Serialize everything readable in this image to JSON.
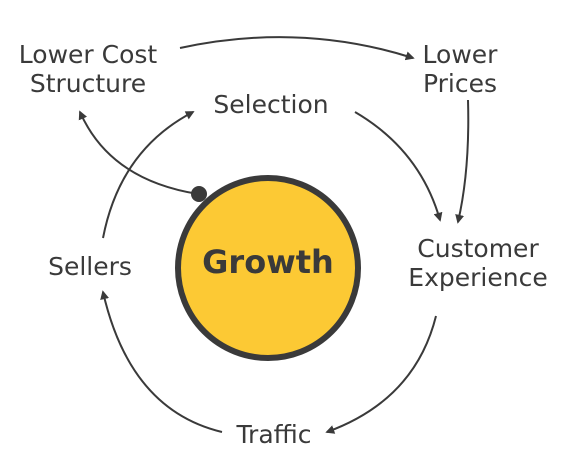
{
  "colors": {
    "circle_fill": "#fcc934",
    "stroke": "#3a3a3a",
    "text": "#3a3a3a",
    "background": "#ffffff"
  },
  "center": {
    "label": "Growth"
  },
  "nodes": {
    "lower_cost_structure": {
      "line1": "Lower Cost",
      "line2": "Structure"
    },
    "lower_prices": {
      "line1": "Lower",
      "line2": "Prices"
    },
    "selection": {
      "label": "Selection"
    },
    "customer_experience": {
      "line1": "Customer",
      "line2": "Experience"
    },
    "traffic": {
      "label": "Traffic"
    },
    "sellers": {
      "label": "Sellers"
    }
  },
  "edges": [
    {
      "from": "Lower Cost Structure",
      "to": "Lower Prices"
    },
    {
      "from": "Lower Prices",
      "to": "Customer Experience"
    },
    {
      "from": "Selection",
      "to": "Customer Experience"
    },
    {
      "from": "Customer Experience",
      "to": "Traffic"
    },
    {
      "from": "Traffic",
      "to": "Sellers"
    },
    {
      "from": "Sellers",
      "to": "Selection"
    },
    {
      "from": "Growth",
      "to": "Lower Cost Structure"
    }
  ]
}
